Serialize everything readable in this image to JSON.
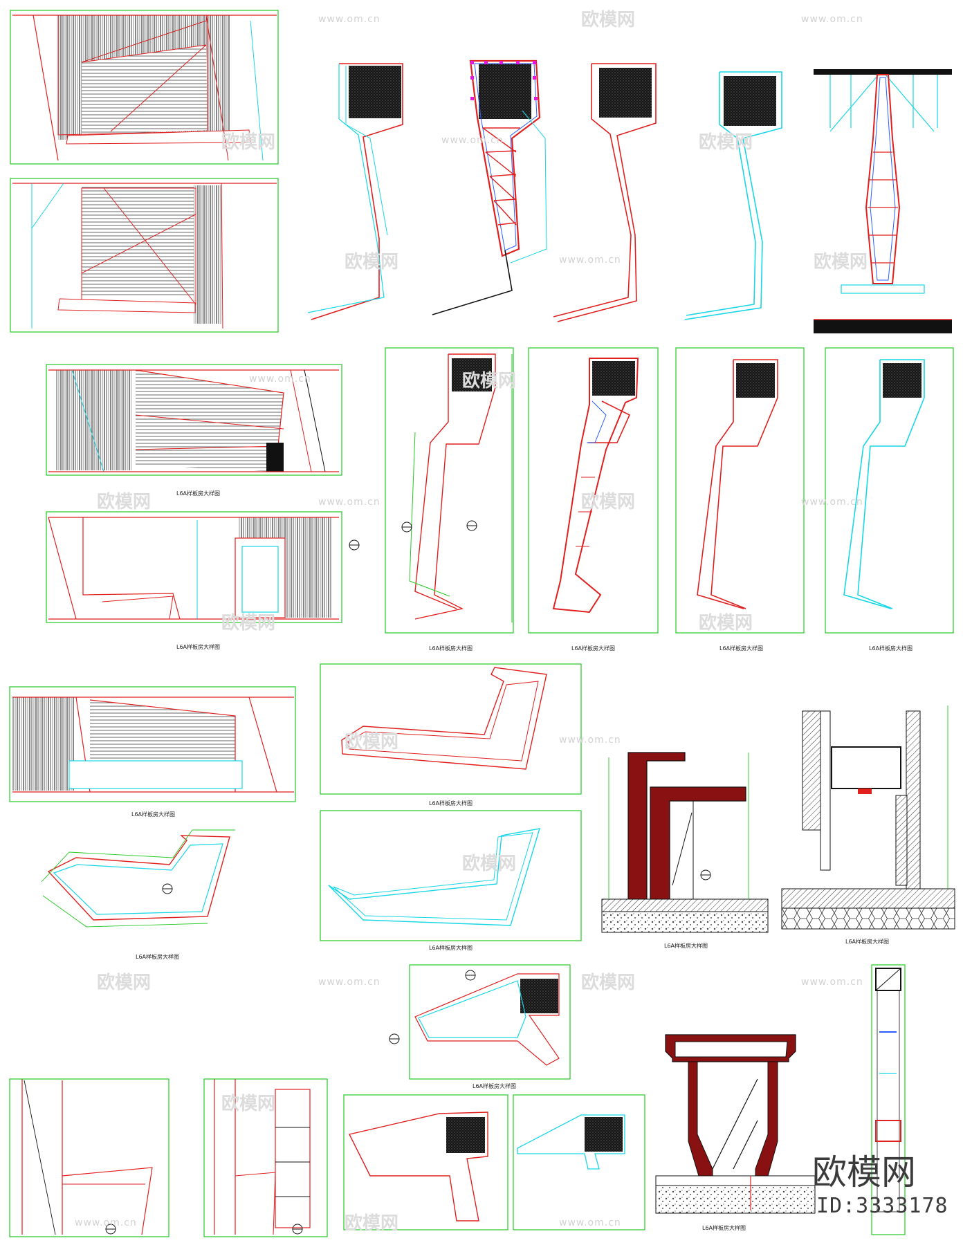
{
  "watermarks": {
    "site": "www.om.cn",
    "logo": "欧模网"
  },
  "captions": [
    "L6A样板房大样图",
    "L6A样板房大样图",
    "L6A样板房大样图",
    "L6A样板房大样图",
    "L6A样板房大样图",
    "L6A样板房大样图",
    "L6A样板房大样图",
    "L6A样板房大样图",
    "L6A样板房大样图",
    "L6A样板房大样图",
    "L6A样板房大样图",
    "L6A样板房大样图",
    "L6A样板房大样图",
    "L6A样板房大样图"
  ],
  "brand": {
    "name": "欧模网",
    "id": "ID:3333178"
  },
  "colors": {
    "frame": "#22c922",
    "red": "#e01f1f",
    "cyan": "#17d6e6",
    "black": "#111111",
    "blue": "#2a5cff",
    "magenta": "#e316e3"
  }
}
